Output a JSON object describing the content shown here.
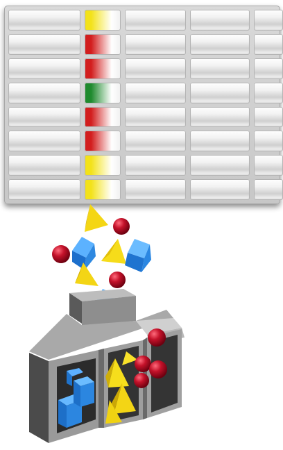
{
  "table": {
    "rows": [
      {
        "status": "yellow"
      },
      {
        "status": "red"
      },
      {
        "status": "red"
      },
      {
        "status": "green"
      },
      {
        "status": "red"
      },
      {
        "status": "red"
      },
      {
        "status": "yellow"
      },
      {
        "status": "yellow"
      }
    ],
    "columns_per_row": 5,
    "status_column": 2
  },
  "colors": {
    "yellow": "#f3e21a",
    "red": "#d21e1e",
    "green": "#1f8a2e",
    "cube_blue": "#2f8fe8",
    "sphere_red": "#c4122a",
    "pyramid_yellow": "#f2d51a",
    "machine_gray": "#8c8c8c"
  },
  "illustration": {
    "objects": [
      "blue-cubes",
      "red-spheres",
      "yellow-pyramids"
    ],
    "machine": "sorting-hopper"
  }
}
